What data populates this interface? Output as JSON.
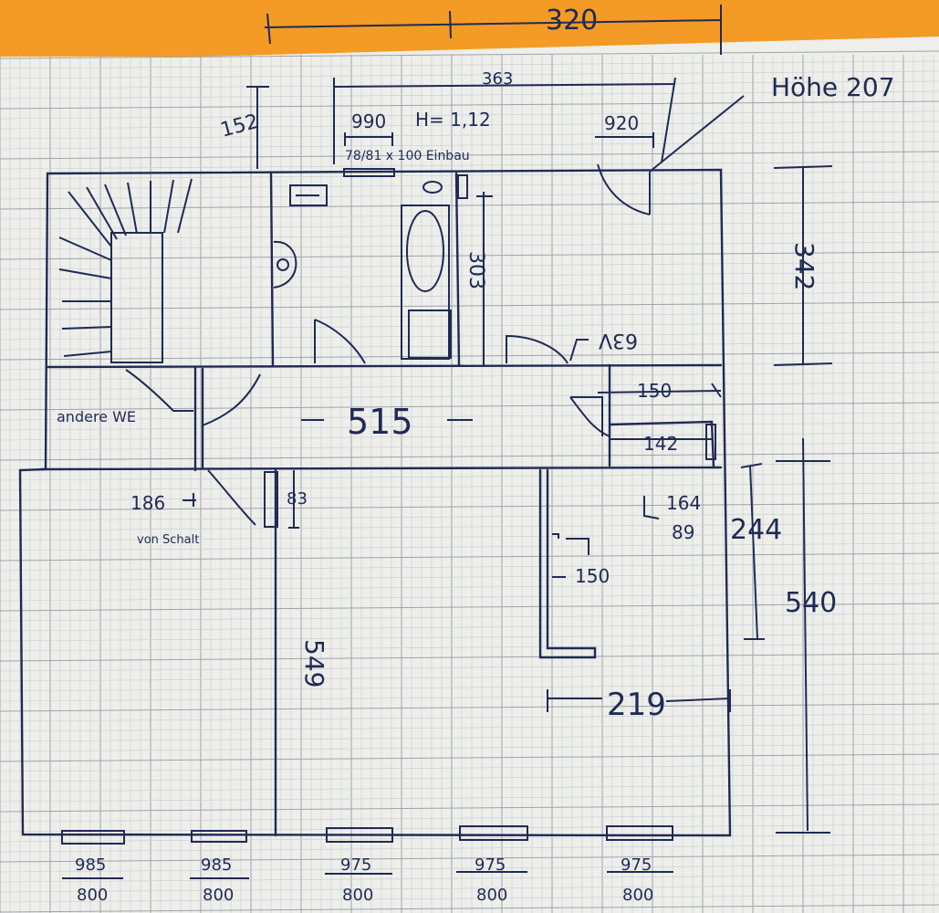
{
  "colors": {
    "paper": "#eeeeea",
    "grid_minor": "#c9ccd2",
    "grid_major": "#9ea3ad",
    "orange_border": "#f39b25",
    "ink": "#1f2a55"
  },
  "icons": [
    "washing-machine-icon",
    "toilet-icon",
    "bathtub-icon",
    "staircase-icon",
    "door-swing-icon",
    "radiator-icon"
  ],
  "dimensions": {
    "top_width": "320",
    "inner_width": "363",
    "top_offset": "152",
    "window_w1": "990",
    "window_h": "H= 1,12",
    "window_sub": "78/81 x 100 Einbau",
    "window_w2": "920",
    "height_label": "Höhe 207",
    "right_upper": "342",
    "bath_depth": "303",
    "outlet_label": "63V",
    "hall_length": "515",
    "hall_150": "150",
    "hall_142": "142",
    "dim_83": "83",
    "switch_186": "186",
    "switch_label": "von Schalt",
    "dim_164": "164",
    "dim_89": "89",
    "dim_150b": "150",
    "right_244": "244",
    "right_540": "540",
    "left_549": "549",
    "bottom_219": "219",
    "other_unit": "andere WE"
  },
  "windows": [
    {
      "top": "985",
      "bottom": "800"
    },
    {
      "top": "985",
      "bottom": "800"
    },
    {
      "top": "975",
      "bottom": "800"
    },
    {
      "top": "975",
      "bottom": "800"
    },
    {
      "top": "975",
      "bottom": "800"
    }
  ]
}
